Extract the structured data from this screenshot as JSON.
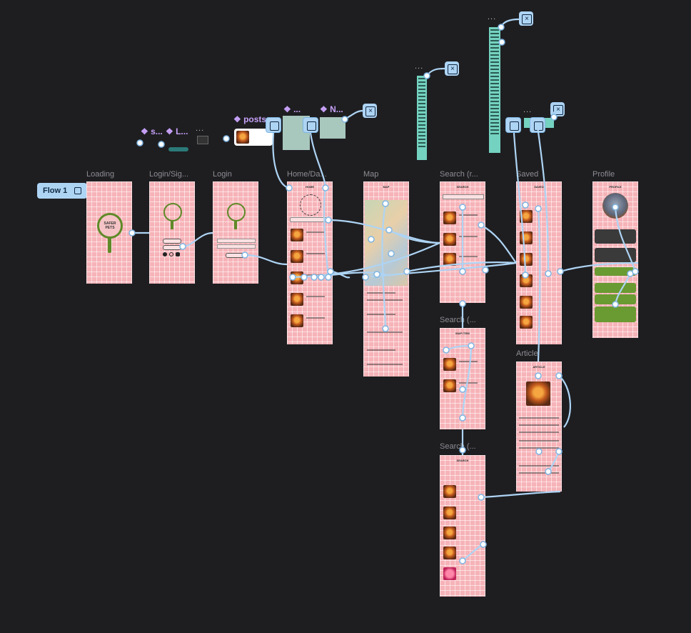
{
  "flow": {
    "label": "Flow 1"
  },
  "frames": {
    "loading": "Loading",
    "login_signup": "Login/Sig...",
    "login": "Login",
    "home": "Home/Da...",
    "map": "Map",
    "search_r": "Search (r...",
    "saved": "Saved",
    "profile": "Profile",
    "search_2": "Search (...",
    "search_3": "Search (...",
    "article": "Article"
  },
  "screen_headers": {
    "home": "HOME",
    "map": "MAP",
    "search": "SEARCH",
    "saved": "SAVED",
    "profile": "PROFILE",
    "article": "ARTICLE",
    "map_search": "MAP ITEM"
  },
  "logo": {
    "text": "SAFER PETS"
  },
  "components": {
    "s": "❖ s...",
    "l": "❖ L...",
    "dots1": "...",
    "posts": "❖ posts",
    "c1": "❖ ...",
    "n": "❖ N...",
    "dots_top1": "...",
    "dots_top2": "...",
    "dots_saved": "..."
  },
  "colors": {
    "canvas": "#1e1e21",
    "frame": "#f6b3b8",
    "wire": "#aed4f4",
    "component": "#c6a0f7"
  }
}
